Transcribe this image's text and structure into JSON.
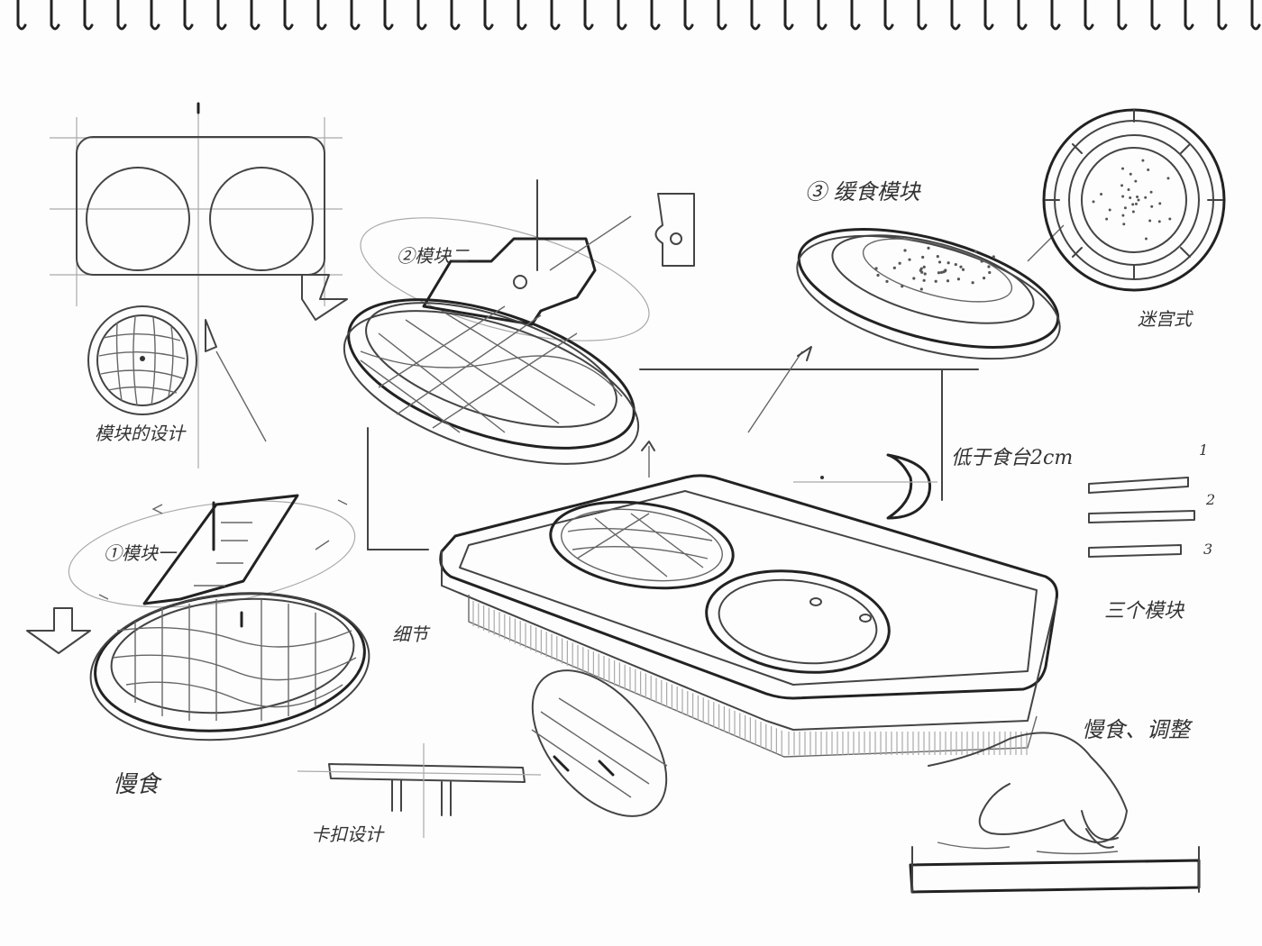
{
  "title": "Slow-feeder pet bowl design sketch",
  "labels": {
    "module_three": "③ 缓食模块",
    "maze": "迷宫式",
    "lower_than_table": "低于食台2cm",
    "num1": "1",
    "num2": "2",
    "num3": "3",
    "three_modules": "三个模块",
    "module_two": "②模块二",
    "module_one": "①模块一",
    "module_design": "模块的设计",
    "detail": "细节",
    "slow_food": "慢食",
    "clip_design": "卡扣设计",
    "slow_adjust": "慢食、调整"
  },
  "colors": {
    "pencil": "#444444",
    "paper": "#fdfdfd"
  }
}
